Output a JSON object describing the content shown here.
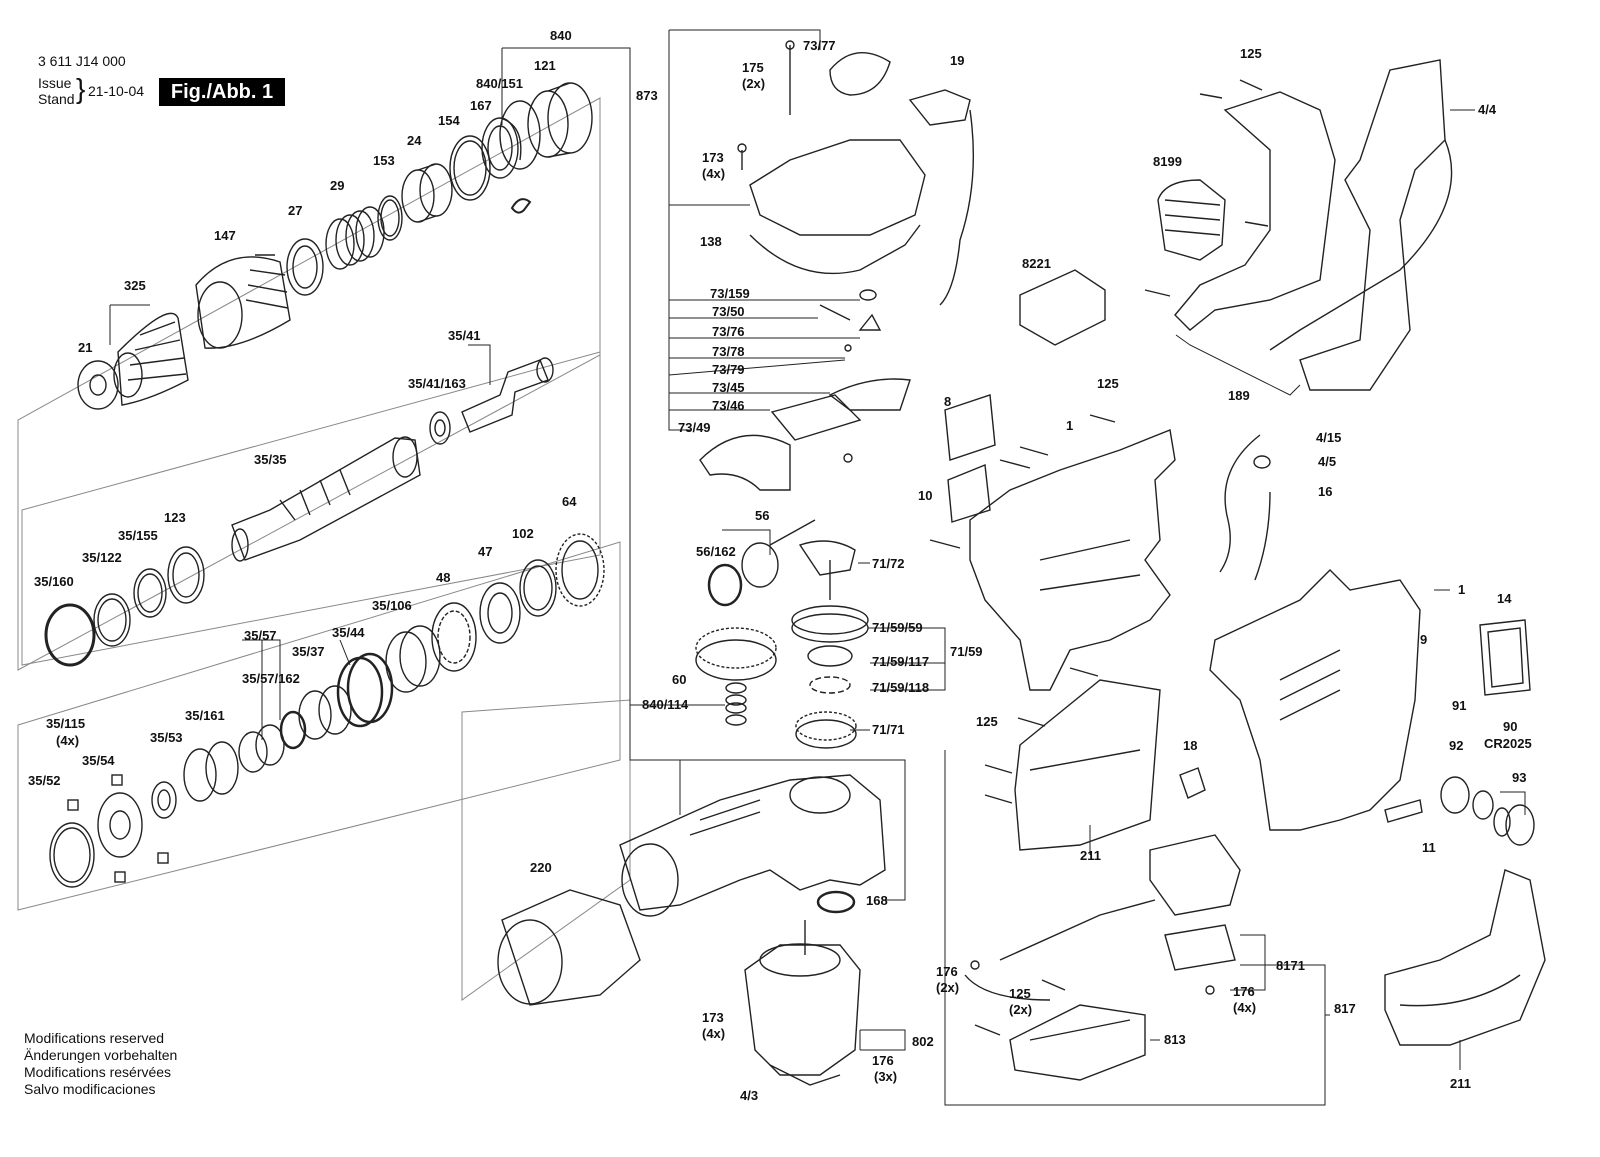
{
  "header": {
    "part_number": "3 611 J14 000",
    "issue_label_1": "Issue",
    "issue_label_2": "Stand",
    "issue_date": "21-10-04",
    "figure": "Fig./Abb. 1"
  },
  "notes": [
    "Modifications reserved",
    "Änderungen vorbehalten",
    "Modifications resérvées",
    "Salvo modificaciones"
  ],
  "callouts": [
    {
      "id": "c840",
      "text": "840"
    },
    {
      "id": "c840_151",
      "text": "840/151"
    },
    {
      "id": "c121",
      "text": "121"
    },
    {
      "id": "c167",
      "text": "167"
    },
    {
      "id": "c154",
      "text": "154"
    },
    {
      "id": "c24",
      "text": "24"
    },
    {
      "id": "c153",
      "text": "153"
    },
    {
      "id": "c29",
      "text": "29"
    },
    {
      "id": "c27",
      "text": "27"
    },
    {
      "id": "c147",
      "text": "147"
    },
    {
      "id": "c325",
      "text": "325"
    },
    {
      "id": "c21",
      "text": "21"
    },
    {
      "id": "c35_41",
      "text": "35/41"
    },
    {
      "id": "c35_41_163",
      "text": "35/41/163"
    },
    {
      "id": "c35_35",
      "text": "35/35"
    },
    {
      "id": "c123",
      "text": "123"
    },
    {
      "id": "c35_155",
      "text": "35/155"
    },
    {
      "id": "c35_122",
      "text": "35/122"
    },
    {
      "id": "c35_160",
      "text": "35/160"
    },
    {
      "id": "c64",
      "text": "64"
    },
    {
      "id": "c102",
      "text": "102"
    },
    {
      "id": "c47",
      "text": "47"
    },
    {
      "id": "c48",
      "text": "48"
    },
    {
      "id": "c35_106",
      "text": "35/106"
    },
    {
      "id": "c35_57",
      "text": "35/57"
    },
    {
      "id": "c35_37",
      "text": "35/37"
    },
    {
      "id": "c35_44",
      "text": "35/44"
    },
    {
      "id": "c35_57_162",
      "text": "35/57/162"
    },
    {
      "id": "c35_161",
      "text": "35/161"
    },
    {
      "id": "c35_115",
      "text": "35/115"
    },
    {
      "id": "c4x_a",
      "text": "(4x)"
    },
    {
      "id": "c35_53",
      "text": "35/53"
    },
    {
      "id": "c35_54",
      "text": "35/54"
    },
    {
      "id": "c35_52",
      "text": "35/52"
    },
    {
      "id": "c873",
      "text": "873"
    },
    {
      "id": "c175",
      "text": "175"
    },
    {
      "id": "c2x_a",
      "text": "(2x)"
    },
    {
      "id": "c73_77",
      "text": "73/77"
    },
    {
      "id": "c19",
      "text": "19"
    },
    {
      "id": "c173a",
      "text": "173"
    },
    {
      "id": "c4x_b",
      "text": "(4x)"
    },
    {
      "id": "c138",
      "text": "138"
    },
    {
      "id": "c73_159",
      "text": "73/159"
    },
    {
      "id": "c73_50",
      "text": "73/50"
    },
    {
      "id": "c73_76",
      "text": "73/76"
    },
    {
      "id": "c73_78",
      "text": "73/78"
    },
    {
      "id": "c73_79",
      "text": "73/79"
    },
    {
      "id": "c73_45",
      "text": "73/45"
    },
    {
      "id": "c73_46",
      "text": "73/46"
    },
    {
      "id": "c73_49",
      "text": "73/49"
    },
    {
      "id": "c56",
      "text": "56"
    },
    {
      "id": "c56_162",
      "text": "56/162"
    },
    {
      "id": "c71_72",
      "text": "71/72"
    },
    {
      "id": "c71_59_59",
      "text": "71/59/59"
    },
    {
      "id": "c71_59",
      "text": "71/59"
    },
    {
      "id": "c71_59_117",
      "text": "71/59/117"
    },
    {
      "id": "c71_59_118",
      "text": "71/59/118"
    },
    {
      "id": "c60",
      "text": "60"
    },
    {
      "id": "c840_114",
      "text": "840/114"
    },
    {
      "id": "c71_71",
      "text": "71/71"
    },
    {
      "id": "c168",
      "text": "168"
    },
    {
      "id": "c220",
      "text": "220"
    },
    {
      "id": "c173b",
      "text": "173"
    },
    {
      "id": "c4x_c",
      "text": "(4x)"
    },
    {
      "id": "c802",
      "text": "802"
    },
    {
      "id": "c176a",
      "text": "176"
    },
    {
      "id": "c3x",
      "text": "(3x)"
    },
    {
      "id": "c4_3",
      "text": "4/3"
    },
    {
      "id": "c125a",
      "text": "125"
    },
    {
      "id": "c4_4",
      "text": "4/4"
    },
    {
      "id": "c8199",
      "text": "8199"
    },
    {
      "id": "c8221",
      "text": "8221"
    },
    {
      "id": "c189",
      "text": "189"
    },
    {
      "id": "c125b",
      "text": "125"
    },
    {
      "id": "c8",
      "text": "8"
    },
    {
      "id": "c1a",
      "text": "1"
    },
    {
      "id": "c10",
      "text": "10"
    },
    {
      "id": "c4_15",
      "text": "4/15"
    },
    {
      "id": "c4_5",
      "text": "4/5"
    },
    {
      "id": "c16",
      "text": "16"
    },
    {
      "id": "c1b",
      "text": "1"
    },
    {
      "id": "c14",
      "text": "14"
    },
    {
      "id": "c9",
      "text": "9"
    },
    {
      "id": "c91",
      "text": "91"
    },
    {
      "id": "c90",
      "text": "90"
    },
    {
      "id": "cCR2025",
      "text": "CR2025"
    },
    {
      "id": "c92",
      "text": "92"
    },
    {
      "id": "c93",
      "text": "93"
    },
    {
      "id": "c11",
      "text": "11"
    },
    {
      "id": "c125c",
      "text": "125"
    },
    {
      "id": "c18",
      "text": "18"
    },
    {
      "id": "c211a",
      "text": "211"
    },
    {
      "id": "c176b",
      "text": "176"
    },
    {
      "id": "c2x_b",
      "text": "(2x)"
    },
    {
      "id": "c125d",
      "text": "125"
    },
    {
      "id": "c2x_c",
      "text": "(2x)"
    },
    {
      "id": "c8171",
      "text": "8171"
    },
    {
      "id": "c176c",
      "text": "176"
    },
    {
      "id": "c4x_d",
      "text": "(4x)"
    },
    {
      "id": "c817",
      "text": "817"
    },
    {
      "id": "c813",
      "text": "813"
    },
    {
      "id": "c211b",
      "text": "211"
    }
  ]
}
